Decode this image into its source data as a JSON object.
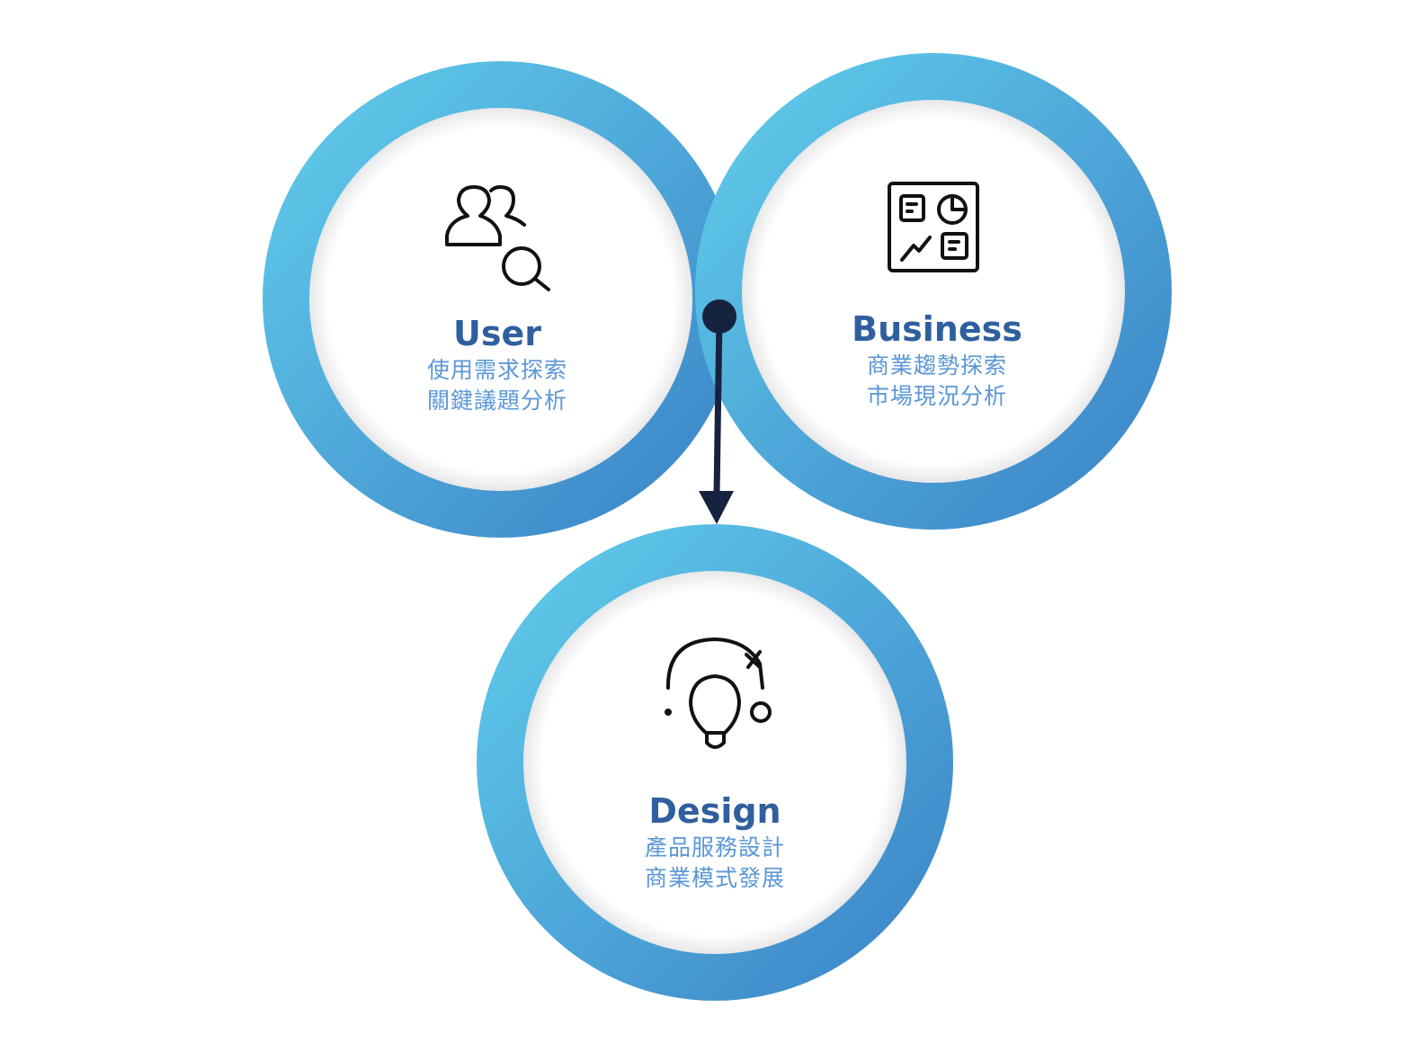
{
  "colors": {
    "ring_light": "#5ecbea",
    "ring_dark": "#3b84c8",
    "title": "#2f5f9e",
    "subtitle": "#5b97d6",
    "arrow": "#15233f"
  },
  "nodes": [
    {
      "title": "User",
      "lines": [
        "使用需求探索",
        "關鍵議題分析"
      ],
      "icon": "users-search-icon"
    },
    {
      "title": "Business",
      "lines": [
        "商業趨勢探索",
        "市場現況分析"
      ],
      "icon": "dashboard-report-icon"
    },
    {
      "title": "Design",
      "lines": [
        "產品服務設計",
        "商業模式發展"
      ],
      "icon": "lightbulb-idea-icon"
    }
  ]
}
